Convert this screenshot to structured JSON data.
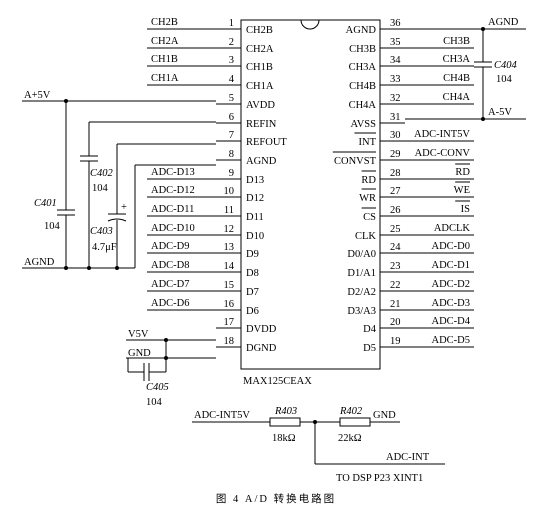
{
  "chip": {
    "part": "MAX125CEAX",
    "left_pins": [
      {
        "num": "1",
        "name": "CH2B",
        "net": "CH2B"
      },
      {
        "num": "2",
        "name": "CH2A",
        "net": "CH2A"
      },
      {
        "num": "3",
        "name": "CH1B",
        "net": "CH1B"
      },
      {
        "num": "4",
        "name": "CH1A",
        "net": "CH1A"
      },
      {
        "num": "5",
        "name": "AVDD",
        "net": ""
      },
      {
        "num": "6",
        "name": "REFIN",
        "net": ""
      },
      {
        "num": "7",
        "name": "REFOUT",
        "net": ""
      },
      {
        "num": "8",
        "name": "AGND",
        "net": ""
      },
      {
        "num": "9",
        "name": "D13",
        "net": "ADC-D13"
      },
      {
        "num": "10",
        "name": "D12",
        "net": "ADC-D12"
      },
      {
        "num": "11",
        "name": "D11",
        "net": "ADC-D11"
      },
      {
        "num": "12",
        "name": "D10",
        "net": "ADC-D10"
      },
      {
        "num": "13",
        "name": "D9",
        "net": "ADC-D9"
      },
      {
        "num": "14",
        "name": "D8",
        "net": "ADC-D8"
      },
      {
        "num": "15",
        "name": "D7",
        "net": "ADC-D7"
      },
      {
        "num": "16",
        "name": "D6",
        "net": "ADC-D6"
      },
      {
        "num": "17",
        "name": "DVDD",
        "net": ""
      },
      {
        "num": "18",
        "name": "DGND",
        "net": ""
      }
    ],
    "right_pins": [
      {
        "num": "36",
        "name": "AGND",
        "net": "",
        "bar": false
      },
      {
        "num": "35",
        "name": "CH3B",
        "net": "CH3B",
        "bar": false
      },
      {
        "num": "34",
        "name": "CH3A",
        "net": "CH3A",
        "bar": false
      },
      {
        "num": "33",
        "name": "CH4B",
        "net": "CH4B",
        "bar": false
      },
      {
        "num": "32",
        "name": "CH4A",
        "net": "CH4A",
        "bar": false
      },
      {
        "num": "31",
        "name": "AVSS",
        "net": "",
        "bar": false
      },
      {
        "num": "30",
        "name": "INT",
        "net": "ADC-INT5V",
        "bar": true
      },
      {
        "num": "29",
        "name": "CONVST",
        "net": "ADC-CONV",
        "bar": true
      },
      {
        "num": "28",
        "name": "RD",
        "net": "RD",
        "bar": true
      },
      {
        "num": "27",
        "name": "WR",
        "net": "WE",
        "bar": true
      },
      {
        "num": "26",
        "name": "CS",
        "net": "IS",
        "bar": true
      },
      {
        "num": "25",
        "name": "CLK",
        "net": "ADCLK",
        "bar": false
      },
      {
        "num": "24",
        "name": "D0/A0",
        "net": "ADC-D0",
        "bar": false
      },
      {
        "num": "23",
        "name": "D1/A1",
        "net": "ADC-D1",
        "bar": false
      },
      {
        "num": "22",
        "name": "D2/A2",
        "net": "ADC-D2",
        "bar": false
      },
      {
        "num": "21",
        "name": "D3/A3",
        "net": "ADC-D3",
        "bar": false
      },
      {
        "num": "20",
        "name": "D4",
        "net": "ADC-D4",
        "bar": false
      },
      {
        "num": "19",
        "name": "D5",
        "net": "ADC-D5",
        "bar": false
      }
    ]
  },
  "rails": {
    "a5v": "A+5V",
    "agnd_left": "AGND",
    "agnd_top": "AGND",
    "avss_net": "A-5V",
    "v5v": "V5V",
    "gnd": "GND"
  },
  "components": {
    "c401": {
      "ref": "C401",
      "value": "104"
    },
    "c402": {
      "ref": "C402",
      "value": "104"
    },
    "c403": {
      "ref": "C403",
      "value": "4.7μF",
      "polarity": "+"
    },
    "c404": {
      "ref": "C404",
      "value": "104"
    },
    "c405": {
      "ref": "C405",
      "value": "104"
    },
    "r403": {
      "ref": "R403",
      "value": "18kΩ"
    },
    "r402": {
      "ref": "R402",
      "value": "22kΩ"
    }
  },
  "divider": {
    "input_net": "ADC-INT5V",
    "ground_net": "GND",
    "output_net": "ADC-INT",
    "destination": "TO DSP P23 XINT1"
  },
  "caption": "图 4 A/D 转换电路图"
}
